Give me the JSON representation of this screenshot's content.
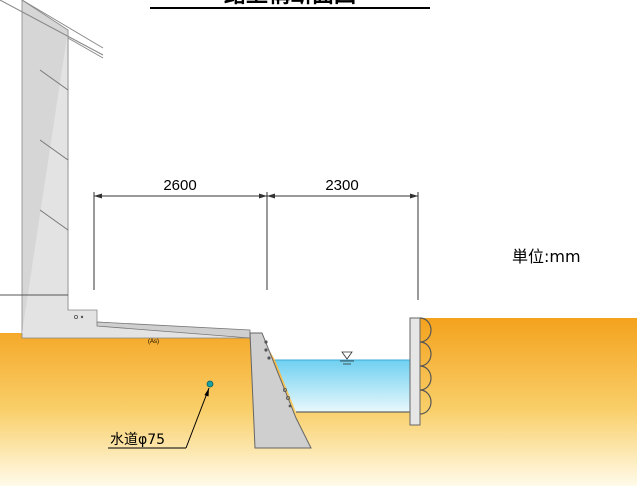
{
  "title": "路上構断面図",
  "unit_label": "単位:mm",
  "dimensions": {
    "left": "2600",
    "right": "2300"
  },
  "pavement_label": "(As)",
  "pipe_label": "水道φ75",
  "colors": {
    "ground_top": "#f5a623",
    "ground_bottom": "#fff8e0",
    "water": "#7fd4f2",
    "structure": "#d9d9d9",
    "pipe": "#1aa0a0"
  }
}
